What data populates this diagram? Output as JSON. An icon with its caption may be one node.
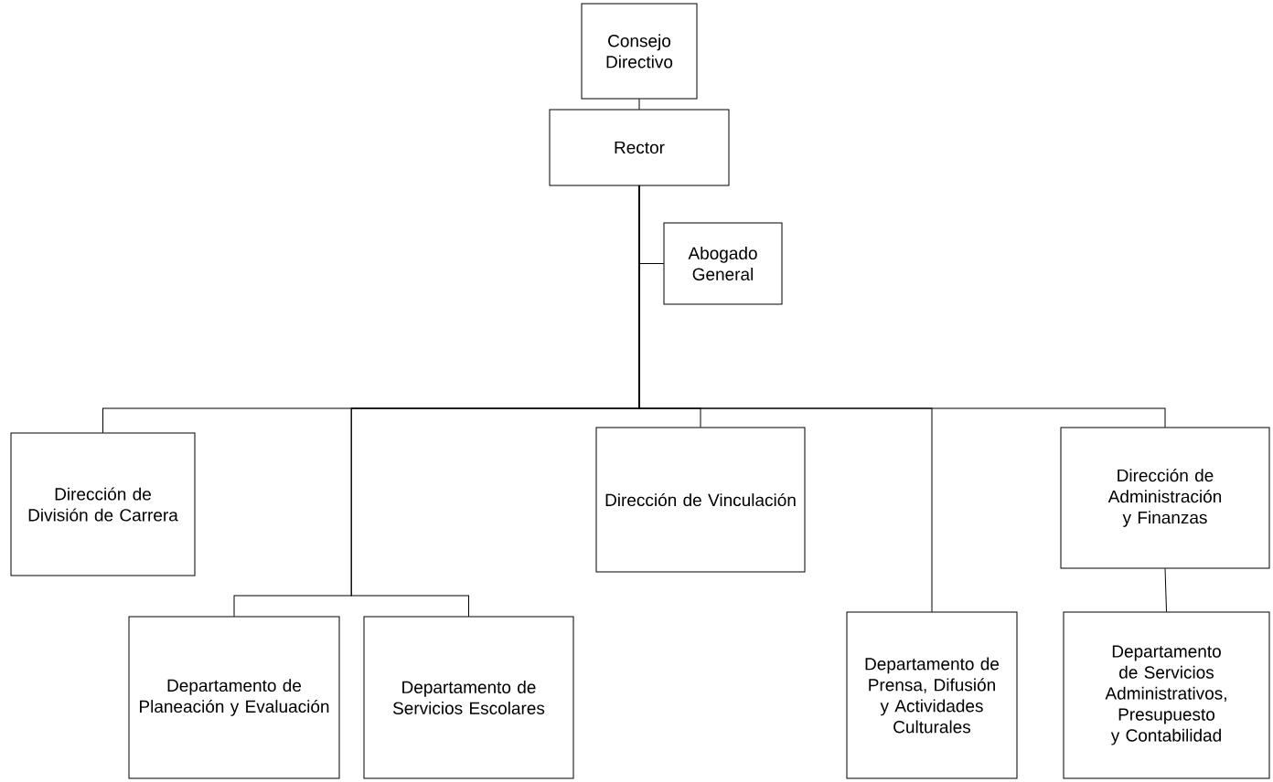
{
  "diagram": {
    "nodes": [
      {
        "text": [
          "Consejo Directivo"
        ]
      },
      {
        "text": [
          "Rector"
        ]
      },
      {
        "text": [
          "Abogado General"
        ]
      },
      {
        "text": [
          "Dirección de División de Carrera"
        ]
      },
      {
        "text": [
          "Departamento de Planeación y Evaluación"
        ]
      },
      {
        "text": [
          "Departamento de Servicios Escolares"
        ]
      },
      {
        "text": [
          "Dirección de Vinculación"
        ]
      },
      {
        "text": [
          "Departamento de Prensa, Difusión y Actividades Culturales"
        ]
      },
      {
        "text": [
          "Dirección de Administración y Finanzas"
        ]
      },
      {
        "text": [
          "Departamento de Servicios Administrativos, Presupuesto y Contabilidad"
        ]
      }
    ],
    "edges": [
      {
        "from": 0,
        "to": 1,
        "arrow": "none"
      },
      {
        "from": 1,
        "to": 2,
        "arrow": "none"
      },
      {
        "from": 1,
        "to": 3,
        "arrow": "none"
      },
      {
        "from": 1,
        "to": 4,
        "arrow": "none"
      },
      {
        "from": 1,
        "to": 5,
        "arrow": "none"
      },
      {
        "from": 1,
        "to": 6,
        "arrow": "none"
      },
      {
        "from": 1,
        "to": 7,
        "arrow": "none"
      },
      {
        "from": 1,
        "to": 8,
        "arrow": "none"
      },
      {
        "from": 8,
        "to": 9,
        "arrow": "none"
      }
    ]
  }
}
